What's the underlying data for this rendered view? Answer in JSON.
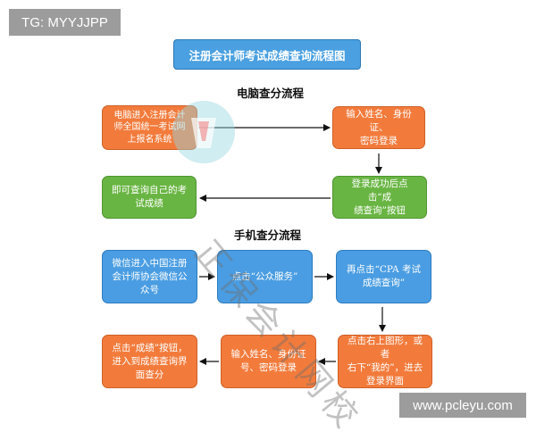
{
  "corner_tag": "TG: MYYJJPP",
  "site_tag": "www.pcleyu.com",
  "title": "注册会计师考试成绩查询流程图",
  "watermark_text": "正保会计网校",
  "sections": {
    "pc": "电脑查分流程",
    "mobile": "手机查分流程"
  },
  "pc_flow": {
    "step1": [
      "电脑进入注册会计",
      "师全国统一考试网",
      "上报名系统"
    ],
    "step2": [
      "输入姓名、身份证、",
      "密码登录"
    ],
    "step3": [
      "登录成功后点击“成",
      "绩查询”按钮"
    ],
    "step4": [
      "即可查询自己的考",
      "试成绩"
    ]
  },
  "mobile_flow": {
    "step1": [
      "微信进入中国注册",
      "会计师协会微信公",
      "众号"
    ],
    "step2": [
      "点击“公众服务”"
    ],
    "step3": [
      "再点击“CPA 考试",
      "成绩查询”"
    ],
    "step4": [
      "点击右上图形，或者",
      "右下“我的”，进去",
      "登录界面"
    ],
    "step5": [
      "输入姓名、身份证",
      "号、密码登录"
    ],
    "step6": [
      "点击“成绩”按钮，",
      "进入到成绩查询界",
      "面查分"
    ]
  },
  "colors": {
    "orange": "#f27b3c",
    "green": "#69b543",
    "blue": "#4a9de2",
    "title_blue": "#4aa0e0"
  }
}
